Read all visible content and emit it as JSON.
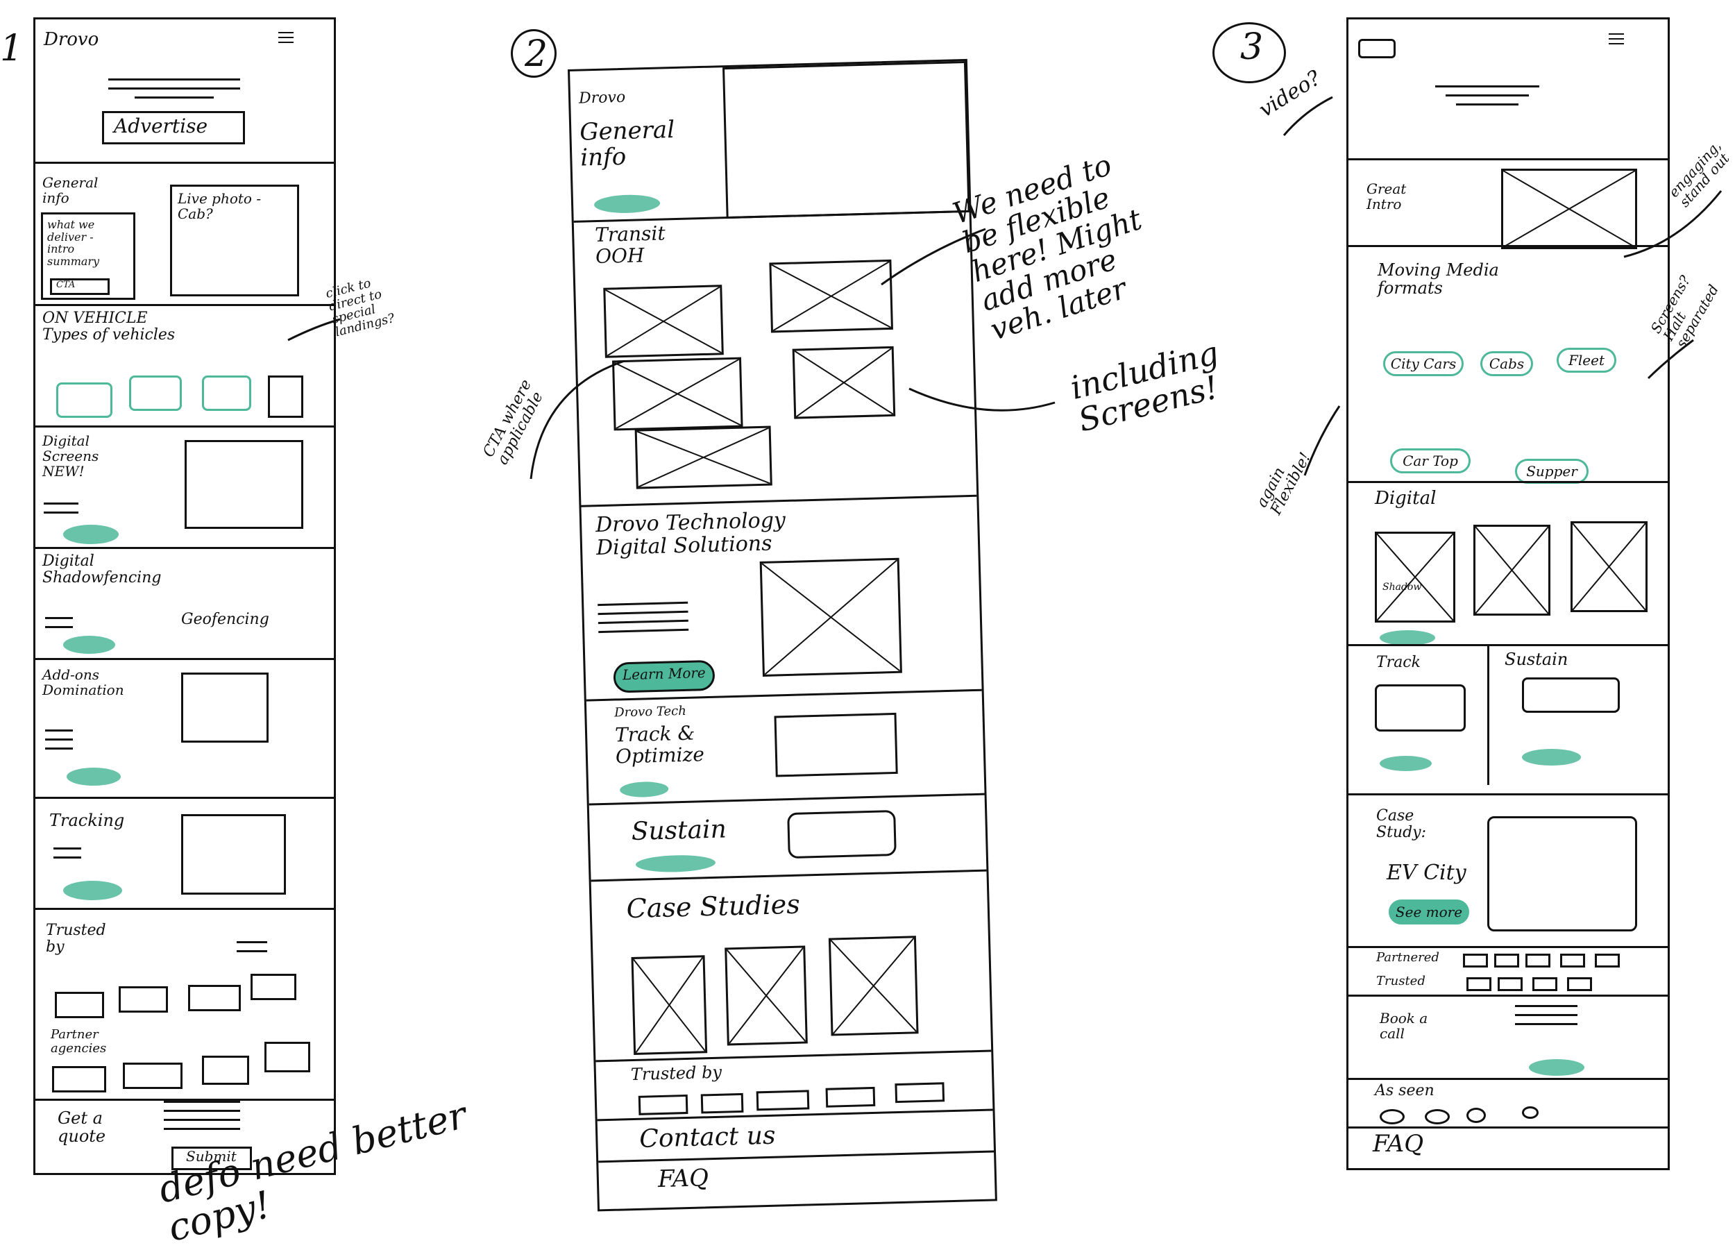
{
  "colors": {
    "ink": "#111111",
    "accent": "#4db89a"
  },
  "numbers": [
    "1",
    "2",
    "3"
  ],
  "w1": {
    "brand": "Drovo",
    "hero_cta": "Advertise",
    "general": "General info",
    "deliver": "what we deliver - intro summary",
    "cta_small": "CTA",
    "photo": "Live photo - Cab?",
    "vehicle_title": "ON VEHICLE Types of vehicles",
    "vehicle_note": "click to direct to special landings?",
    "digital_screens": "Digital Screens NEW!",
    "shadowfencing": "Digital Shadowfencing",
    "geofencing": "Geofencing",
    "addons": "Add-ons Domination",
    "tracking": "Tracking",
    "trusted": "Trusted by",
    "partner": "Partner agencies",
    "quote": "Get a quote",
    "submit": "Submit"
  },
  "w2": {
    "brand": "Drovo",
    "general": "General info",
    "transit": "Transit OOH",
    "tech": "Drovo Technology Digital Solutions",
    "learn": "Learn More",
    "track_top": "Drovo Tech",
    "track": "Track & Optimize",
    "sustain": "Sustain",
    "case": "Case Studies",
    "trusted": "Trusted by",
    "contact": "Contact us",
    "faq": "FAQ",
    "cta_note": "CTA where applicable"
  },
  "w3": {
    "great": "Great Intro",
    "moving": "Moving Media formats",
    "cars": [
      "City Cars",
      "Cabs",
      "Fleet",
      "Car Top",
      "Supper"
    ],
    "digital": "Digital",
    "shadow": "Shadow",
    "track": "Track",
    "sustain": "Sustain",
    "case": "Case Study:",
    "ev": "EV City",
    "see_more": "See more",
    "partnered": "Partnered",
    "trusted": "Trusted",
    "book": "Book a call",
    "as_seen": "As seen",
    "faq": "FAQ"
  },
  "annotations": {
    "flexible": "We need to be flexible here! Might add more veh. later",
    "screens": "including Screens!",
    "video": "video?",
    "engaging": "engaging, stand out",
    "screens_sep": "Screens? Halt separated",
    "again": "again Flexible!",
    "copy": "defo need better copy!"
  }
}
